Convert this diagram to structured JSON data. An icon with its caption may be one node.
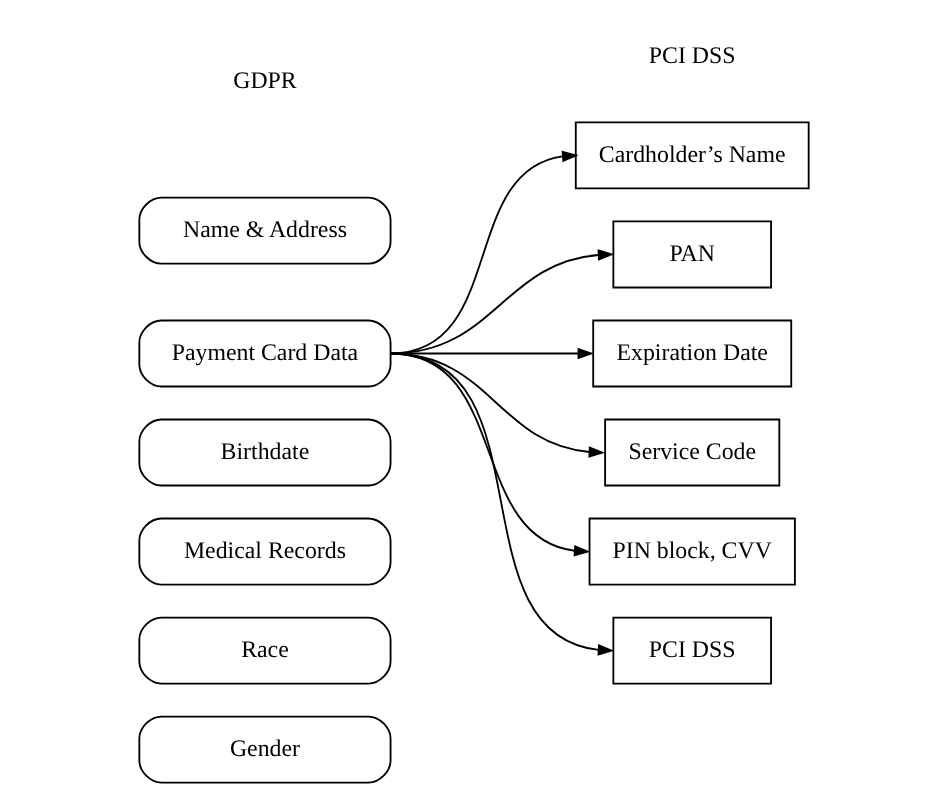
{
  "diagram": {
    "nodes": [
      {
        "text": [
          "Name & Address"
        ]
      },
      {
        "text": [
          "Payment Card Data"
        ]
      },
      {
        "text": [
          "Birthdate"
        ]
      },
      {
        "text": [
          "Medical Records"
        ]
      },
      {
        "text": [
          "Race"
        ]
      },
      {
        "text": [
          "Gender"
        ]
      },
      {
        "text": [
          "Cardholder’s Name"
        ]
      },
      {
        "text": [
          "PAN"
        ]
      },
      {
        "text": [
          "Expiration Date"
        ]
      },
      {
        "text": [
          "Service Code"
        ]
      },
      {
        "text": [
          "PIN block, CVV"
        ]
      },
      {
        "text": [
          "PCI DSS"
        ]
      }
    ],
    "edges": [
      {
        "from": 1,
        "to": 6,
        "arrow": "to"
      },
      {
        "from": 1,
        "to": 7,
        "arrow": "to"
      },
      {
        "from": 1,
        "to": 8,
        "arrow": "to"
      },
      {
        "from": 1,
        "to": 9,
        "arrow": "to"
      },
      {
        "from": 1,
        "to": 10,
        "arrow": "to"
      },
      {
        "from": 1,
        "to": 11,
        "arrow": "to"
      }
    ],
    "labels": [
      "GDPR",
      "PCI DSS"
    ]
  }
}
